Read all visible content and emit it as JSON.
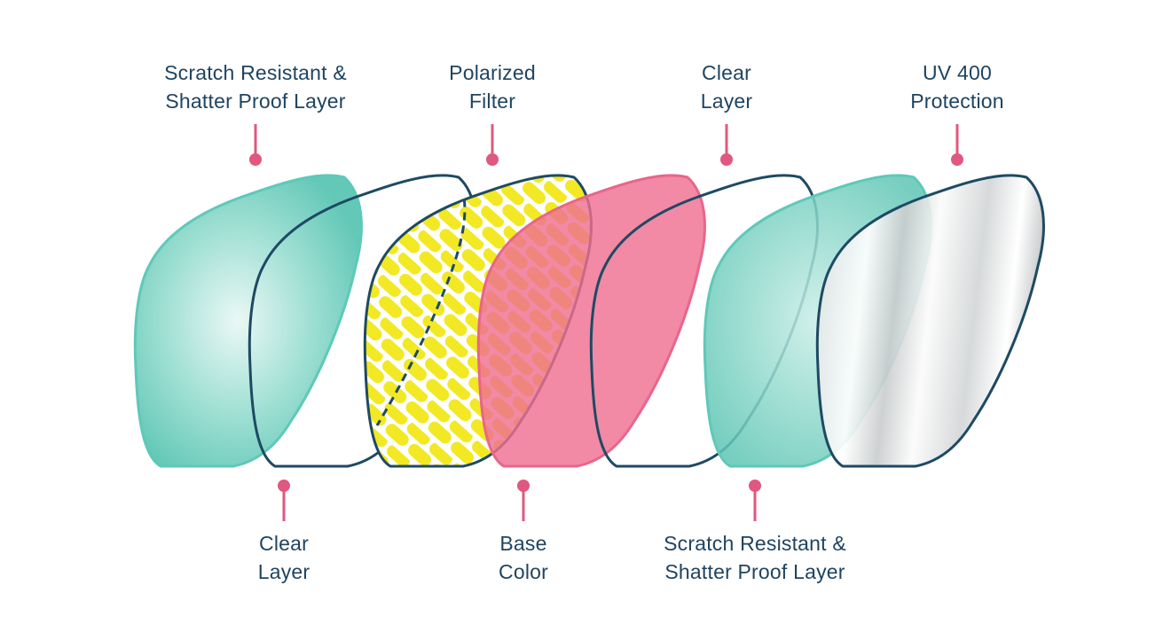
{
  "labels": {
    "scratch_top": {
      "line1": "Scratch Resistant &",
      "line2": "Shatter Proof Layer"
    },
    "polarized": {
      "line1": "Polarized",
      "line2": "Filter"
    },
    "clear_top": {
      "line1": "Clear",
      "line2": "Layer"
    },
    "uv": {
      "line1": "UV 400",
      "line2": "Protection"
    },
    "clear_bottom": {
      "line1": "Clear",
      "line2": "Layer"
    },
    "base_color": {
      "line1": "Base",
      "line2": "Color"
    },
    "scratch_bottom": {
      "line1": "Scratch Resistant &",
      "line2": "Shatter Proof Layer"
    }
  },
  "layers": [
    {
      "name": "scratch-resistant-layer",
      "fill": "teal-gradient",
      "outline": "#5ec9b8"
    },
    {
      "name": "clear-layer",
      "fill": "none",
      "outline": "#1e4a63"
    },
    {
      "name": "polarized-filter",
      "fill": "yellow-pattern",
      "outline": "#1e4a63"
    },
    {
      "name": "base-color",
      "fill": "pink",
      "outline": "#e8668a"
    },
    {
      "name": "clear-layer",
      "fill": "none",
      "outline": "#1e4a63"
    },
    {
      "name": "scratch-resistant-layer",
      "fill": "teal-gradient",
      "outline": "#5ec9b8"
    },
    {
      "name": "uv-400-protection",
      "fill": "silver-gradient",
      "outline": "#1e4a63"
    }
  ],
  "colors": {
    "text": "#1f4460",
    "pointer": "#e0587f",
    "teal": "#5ec9b8",
    "navy": "#1e4a63",
    "yellow": "#f2e824",
    "pink": "#ef6f91"
  }
}
